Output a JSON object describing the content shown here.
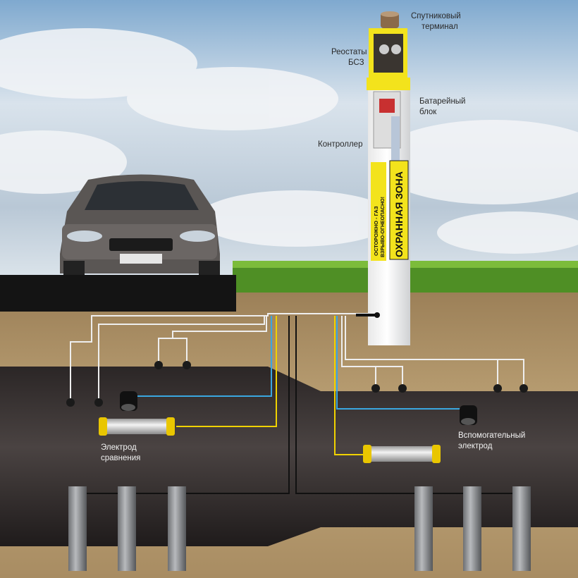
{
  "labels": {
    "satellite_terminal": [
      "Спутниковый",
      "терминал"
    ],
    "rheostats": [
      "Реостаты",
      "БСЗ"
    ],
    "battery_block": [
      "Батарейный",
      "блок"
    ],
    "controller": "Контроллер",
    "reference_electrode": [
      "Электрод",
      "сравнения"
    ],
    "auxiliary_electrode": [
      "Вспомогательный",
      "электрод"
    ]
  },
  "sign": {
    "main": "ОХРАННАЯ ЗОНА",
    "side_line1": "ОСТОРОЖНО - ГАЗ",
    "side_line2": "ВЗРЫВО-ОГНЕОПАСНО!"
  },
  "colors": {
    "sign_yellow": "#f3e31c",
    "wire_blue": "#3aa7e0",
    "wire_yellow": "#f0d200",
    "pipe": "#2f2a29",
    "soil": "#b59a6d"
  }
}
